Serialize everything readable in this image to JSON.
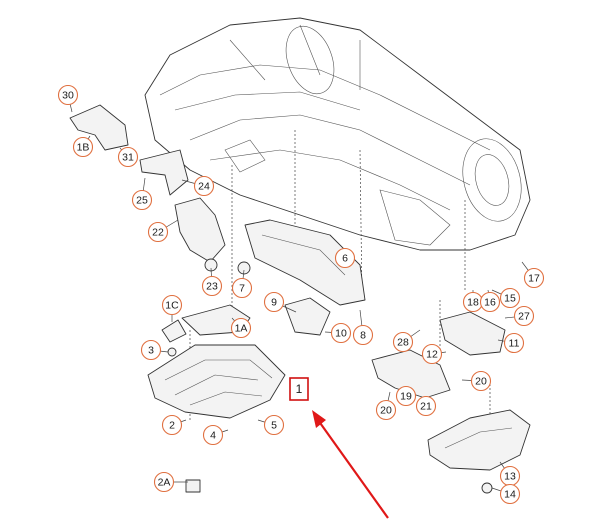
{
  "colors": {
    "callout_stroke": "#e07040",
    "highlight_stroke": "#d01010",
    "arrow": "#e01818"
  },
  "highlighted_label": "1",
  "callouts": [
    {
      "label": "30"
    },
    {
      "label": "1B"
    },
    {
      "label": "31"
    },
    {
      "label": "25"
    },
    {
      "label": "24"
    },
    {
      "label": "22"
    },
    {
      "label": "23"
    },
    {
      "label": "7"
    },
    {
      "label": "1C"
    },
    {
      "label": "1A"
    },
    {
      "label": "3"
    },
    {
      "label": "2"
    },
    {
      "label": "4"
    },
    {
      "label": "5"
    },
    {
      "label": "2A"
    },
    {
      "label": "9"
    },
    {
      "label": "10"
    },
    {
      "label": "8"
    },
    {
      "label": "6"
    },
    {
      "label": "17"
    },
    {
      "label": "15"
    },
    {
      "label": "18"
    },
    {
      "label": "16"
    },
    {
      "label": "27"
    },
    {
      "label": "28"
    },
    {
      "label": "12"
    },
    {
      "label": "11"
    },
    {
      "label": "20"
    },
    {
      "label": "20"
    },
    {
      "label": "19"
    },
    {
      "label": "21"
    },
    {
      "label": "13"
    },
    {
      "label": "14"
    }
  ]
}
